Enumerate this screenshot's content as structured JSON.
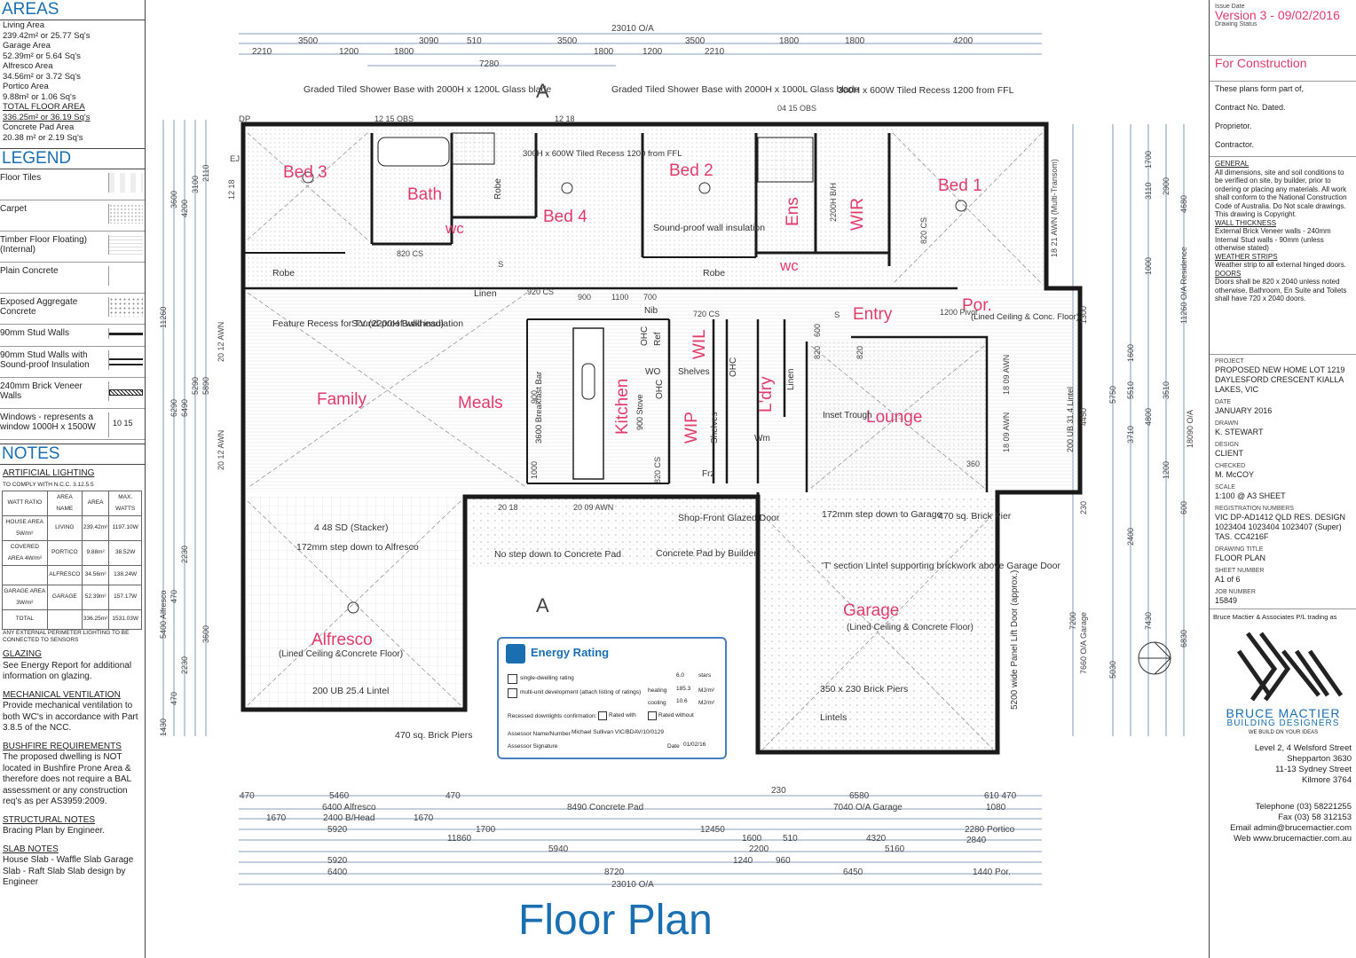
{
  "areas": {
    "title": "AREAS",
    "lines": [
      "Living Area",
      "239.42m² or 25.77 Sq's",
      "Garage Area",
      "52.39m² or 5.64 Sq's",
      "Alfresco Area",
      "34.56m² or 3.72 Sq's",
      "Portico Area",
      "9.88m² or 1.06 Sq's"
    ],
    "total_label": "TOTAL FLOOR AREA",
    "total_value": "336.25m² or 36.19 Sq's",
    "concrete_label": "Concrete Pad Area",
    "concrete_value": "20.38 m² or 2.19 Sq's"
  },
  "legend": {
    "title": "LEGEND",
    "items": [
      "Floor Tiles",
      "Carpet",
      "Timber Floor Floating) (Internal)",
      "Plain Concrete",
      "Exposed Aggregate Concrete",
      "90mm Stud Walls",
      "90mm Stud Walls with Sound-proof Insulation",
      "240mm Brick Veneer Walls",
      "Windows - represents a window 1000H x 1500W"
    ],
    "window_code": "10 15"
  },
  "notes": {
    "title": "NOTES",
    "lighting_title": "ARTIFICIAL LIGHTING",
    "lighting_sub": "TO COMPLY WITH N.C.C. 3.12.5.5",
    "table_headers": [
      "WATT RATIO",
      "AREA NAME",
      "AREA",
      "MAX. WATTS"
    ],
    "table_rows": [
      [
        "HOUSE AREA 5W/m²",
        "LIVING",
        "239.42m²",
        "1197.10W"
      ],
      [
        "COVERED AREA 4W/m²",
        "PORTICO",
        "9.88m²",
        "38.52W"
      ],
      [
        "",
        "ALFRESCO",
        "34.56m²",
        "138.24W"
      ],
      [
        "GARAGE AREA 3W/m²",
        "GARAGE",
        "52.39m²",
        "157.17W"
      ],
      [
        "TOTAL",
        "",
        "336.25m²",
        "1531.03W"
      ]
    ],
    "lighting_foot": "ANY EXTERNAL PERIMETER LIGHTING TO BE CONNECTED TO SENSORS",
    "glazing_title": "GLAZING",
    "glazing_body": "See Energy Report for additional information on glazing.",
    "mech_title": "MECHANICAL VENTILATION",
    "mech_body": "Provide mechanical ventilation to both WC's in accordance with Part 3.8.5 of the NCC.",
    "bush_title": "BUSHFIRE REQUIREMENTS",
    "bush_body": "The proposed dwelling is NOT located in Bushfire Prone Area & therefore does not require a BAL assessment or any construction req's as per AS3959:2009.",
    "struct_title": "STRUCTURAL NOTES",
    "struct_body": "Bracing Plan by Engineer.",
    "slab_title": "SLAB NOTES",
    "slab_body": "House Slab - Waffle Slab Garage Slab - Raft Slab Slab design by Engineer"
  },
  "titleblock": {
    "issue_label": "Issue Date",
    "issue_value": "Version 3 - 09/02/2016",
    "status_label": "Drawing Status",
    "status_value": "For Construction",
    "contract_lines": [
      "These plans form part of,",
      "Contract No.          Dated.",
      "Proprietor.",
      "Contractor."
    ],
    "general_title": "GENERAL",
    "general_body": "All dimensions, site and soil conditions to be verified on site, by builder, prior to ordering or placing any materials. All work shall conform to the National Construction Code of Australia. Do Not scale drawings. This drawing is Copyright.",
    "wall_title": "WALL THICKNESS",
    "wall_body": "External Brick Veneer walls - 240mm Internal Stud walls - 90mm (unless otherwise stated)",
    "weather_title": "WEATHER STRIPS",
    "weather_body": "Weather strip to all external hinged doors.",
    "doors_title": "DOORS",
    "doors_body": "Doors shall be 820 x 2040 unless noted otherwise. Bathroom, En Suite and Toilets shall have 720 x 2040 doors.",
    "project_label": "PROJECT",
    "project_value": "PROPOSED NEW HOME LOT 1219 DAYLESFORD CRESCENT KIALLA LAKES, VIC",
    "date_label": "DATE",
    "date_value": "JANUARY 2016",
    "drawn_label": "DRAWN",
    "drawn_value": "K. STEWART",
    "design_label": "DESIGN",
    "design_value": "CLIENT",
    "checked_label": "CHECKED",
    "checked_value": "M. McCOY",
    "scale_label": "SCALE",
    "scale_value": "1:100 @ A3 SHEET",
    "reg_label": "REGISTRATION NUMBERS",
    "reg_value": "VIC  DP-AD1412 QLD  RES. DESIGN 1023404  1023404  1023407 (Super) TAS.  CC4216F",
    "drawing_label": "DRAWING TITLE",
    "drawing_value": "FLOOR PLAN",
    "sheet_label": "SHEET NUMBER",
    "sheet_value": "A1 of 6",
    "job_label": "JOB NUMBER",
    "job_value": "15849",
    "trading": "Bruce Mactier & Associates P/L trading as",
    "firm_name": "BRUCE MACTIER",
    "firm_sub": "BUILDING DESIGNERS",
    "firm_tag": "WE BUILD ON YOUR IDEAS",
    "address": [
      "Level 2, 4 Welsford Street",
      "Shepparton 3630",
      "11-13 Sydney Street",
      "Kilmore 3764"
    ],
    "contact": [
      "Telephone (03) 58221255",
      "Fax (03) 58 312153",
      "Email admin@brucemactier.com",
      "Web www.brucemactier.com.au"
    ]
  },
  "plan": {
    "title": "Floor Plan",
    "rooms": [
      "Bed 3",
      "Bath",
      "Bed 4",
      "Bed 2",
      "Ens",
      "WIR",
      "Bed 1",
      "Family",
      "Meals",
      "Kitchen",
      "L'dry",
      "Lounge",
      "Entry",
      "Por.",
      "Alfresco",
      "Garage",
      "WIL",
      "WIP",
      "wc",
      "wc"
    ],
    "annotations": [
      "Graded Tiled Shower Base with 2000H x 1200L Glass blade",
      "Graded Tiled Shower Base with 2000H x 1000L Glass blade",
      "300H x 600W Tiled Recess 1200 from FFL",
      "300H x 600W Tiled Recess 1200 from FFL",
      "Sound-proof wall insulation",
      "Feature Recess for TV (2200H Bulkhead)",
      "Sound-proof wall insulation",
      "(Lined Ceiling & Conc. Floor)",
      "(Lined Ceiling &Concrete Floor)",
      "(Lined Ceiling & Concrete Floor)",
      "4 48 SD (Stacker)",
      "172mm step down to Alfresco",
      "No step down to Concrete Pad",
      "Shop-Front Glazed Door",
      "Concrete Pad by Builder",
      "172mm step down to Garage",
      "470 sq. Brick Pier",
      "'T' section Lintel supporting brickwork above Garage Door",
      "350 x 230 Brick Piers",
      "Lintels",
      "200 UB 25.4 Lintel",
      "470 sq. Brick Piers",
      "3600 Breakfast Bar",
      "900 Stove",
      "5200 wide Panel Lift Door (approx.)",
      "200 UB 31.4 Lintel",
      "Inset Trough",
      "Robe",
      "Robe",
      "Robe",
      "Linen",
      "Linen",
      "Shelves",
      "Shelves",
      "Frz",
      "Wm",
      "Nib",
      "Ref",
      "WO",
      "OHC",
      "OHC",
      "OHC"
    ],
    "top_overall": "23010 O/A",
    "top_dims": [
      "3500",
      "3090",
      "510",
      "3500",
      "3500",
      "1800",
      "1800",
      "4200"
    ],
    "top_dims2": [
      "2210",
      "1200",
      "1800",
      "1800",
      "1200",
      "2210"
    ],
    "top_mid": "7280",
    "bottom_overall": "23010 O/A",
    "bottom_dims": [
      "470",
      "5460",
      "470",
      "8490 Concrete Pad",
      "230",
      "6580",
      "610 470",
      "1080"
    ],
    "bottom_dims2": [
      "6400 Alfresco",
      "2400 B/Head",
      "1670",
      "1670",
      "7040 O/A Garage"
    ],
    "bottom_dims3": [
      "5920",
      "11860",
      "1700",
      "12450",
      "1600",
      "510",
      "4320",
      "2280 Portico",
      "2840"
    ],
    "bottom_dims4": [
      "5940",
      "2200",
      "5160",
      "5920",
      "1240",
      "960",
      "6400",
      "8720",
      "6450",
      "1440 Por."
    ],
    "left_dims": [
      "3600",
      "4200",
      "3100",
      "2110",
      "5290",
      "11260",
      "6290",
      "6490",
      "5890",
      "5400 Alfresco",
      "2230",
      "470",
      "3600",
      "2230",
      "470",
      "1430"
    ],
    "right_dims": [
      "3110",
      "1700",
      "2900",
      "4680",
      "11260 O/A Residence",
      "18090 O/A",
      "7660 O/A Garage",
      "7200",
      "5030",
      "7430",
      "6830",
      "5750",
      "5510",
      "4450",
      "3710",
      "3510",
      "4800",
      "1300",
      "1000",
      "1600",
      "1200",
      "2400",
      "230",
      "600"
    ],
    "window_codes": [
      "12 15 OBS",
      "12 18",
      "04 15 OBS",
      "12 18",
      "18 21 AWN (Multi-Transom)",
      "20 12 AWN",
      "20 12 AWN",
      "20 18",
      "20 09 AWN",
      "18 09 AWN",
      "18 09 AWN",
      "1200 Pivot",
      "820 CS",
      "920 CS",
      "720 CS",
      "820 CS",
      "820 CS",
      "2200H B/H",
      "900",
      "1100",
      "700",
      "600",
      "820",
      "820",
      "360",
      "900",
      "1000"
    ],
    "markers": [
      "DP",
      "EJ",
      "A",
      "A",
      "S",
      "S"
    ]
  },
  "energy": {
    "title": "Energy Rating",
    "single": "single-dwelling rating",
    "multi": "multi-unit development (attach listing of ratings)",
    "stars": "6.0",
    "stars_unit": "stars",
    "heating_label": "heating",
    "heating": "185.3",
    "cooling_label": "cooling",
    "cooling": "10.6",
    "unit": "MJ/m²",
    "downlights": "Recessed downlights confirmation:",
    "rated_with": "Rated with",
    "rated_without": "Rated without",
    "assessor_label": "Assessor Name/Number",
    "assessor": "Michael Sullivan VIC/BDAV/10/0129",
    "sig_label": "Assessor Signature",
    "date_label": "Date",
    "date": "01/02/16"
  },
  "colors": {
    "accent": "#1a6fb0",
    "room": "#e03c6b",
    "ink": "#222222"
  }
}
